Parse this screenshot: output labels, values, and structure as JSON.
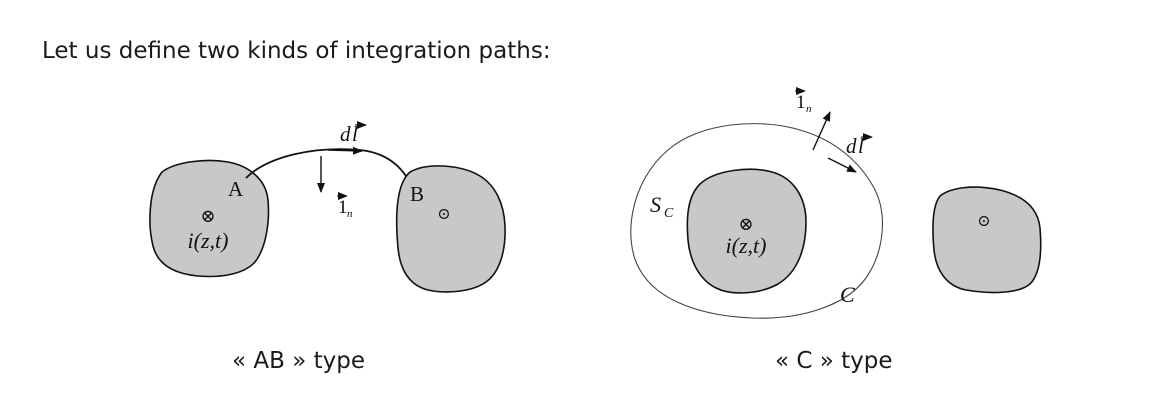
{
  "heading": "Let us define two kinds of integration paths:",
  "ab": {
    "caption": "« AB » type",
    "point_a": "A",
    "point_b": "B",
    "dl_d": "d",
    "dl_l": "l",
    "normal_one": "1",
    "normal_sub": "n",
    "current_label": "i(z,t)",
    "into_page_symbol": "⊗",
    "out_of_page_symbol": "⊙"
  },
  "c": {
    "caption": "« C » type",
    "surface_S": "S",
    "surface_sub": "C",
    "contour": "C",
    "dl_d": "d",
    "dl_l": "l",
    "normal_one": "1",
    "normal_sub": "n",
    "current_label": "i(z,t)",
    "into_page_symbol": "⊗",
    "out_of_page_symbol": "⊙"
  },
  "colors": {
    "conductor_fill": "#c8c8c8",
    "stroke": "#111111"
  }
}
